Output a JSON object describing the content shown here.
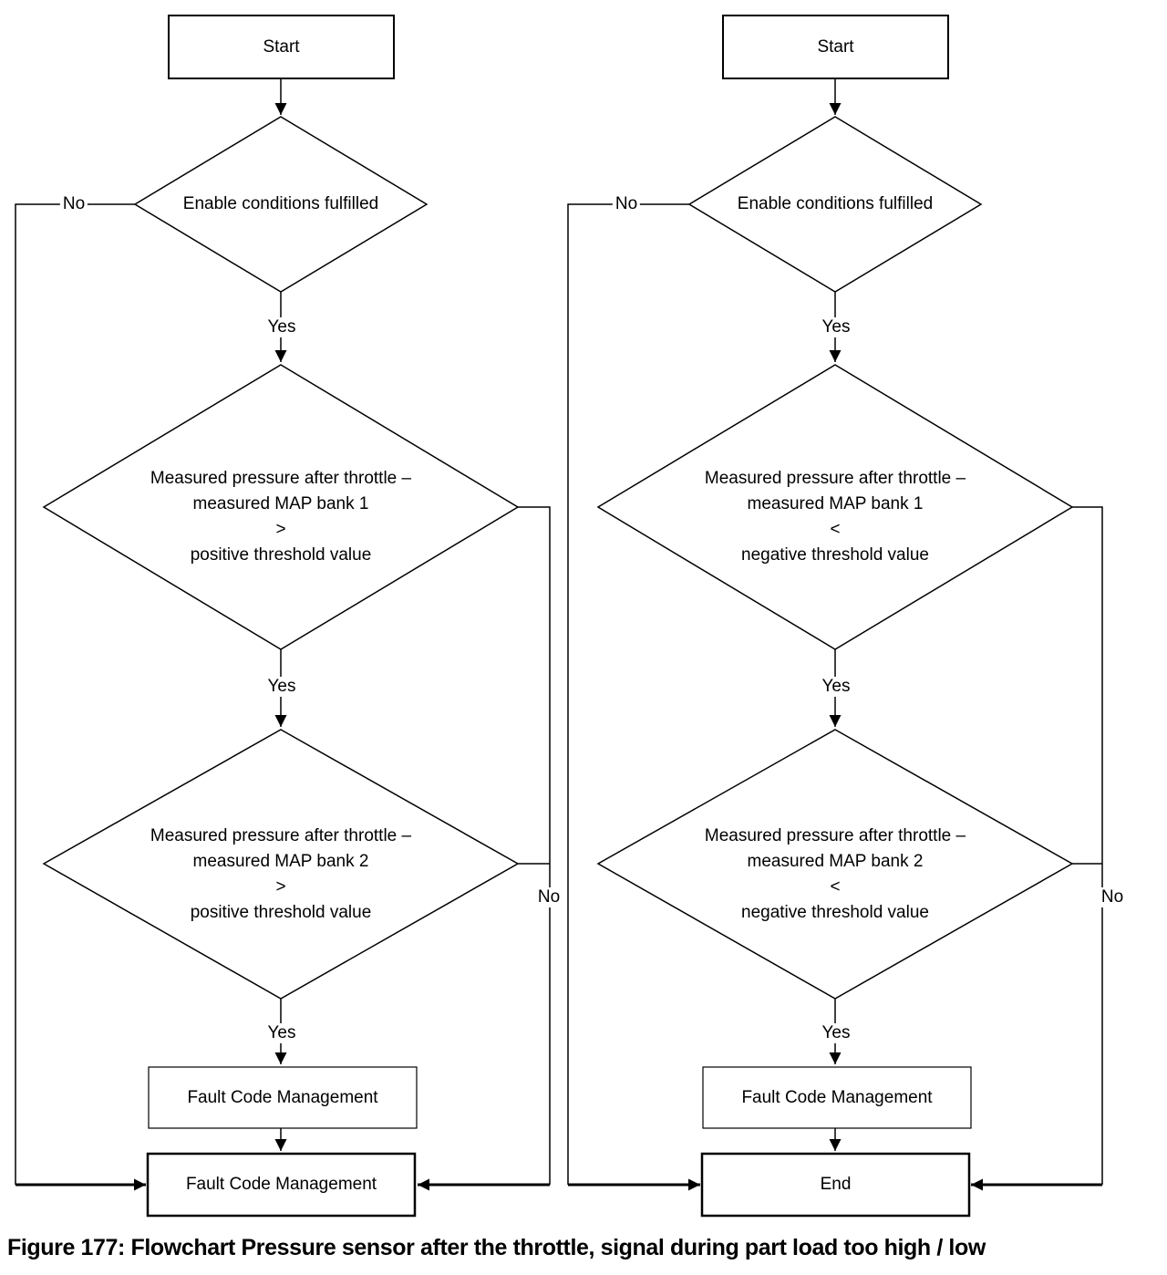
{
  "caption": "Figure 177: Flowchart Pressure sensor after the throttle, signal during part load too high / low",
  "labels": {
    "yes": "Yes",
    "no": "No"
  },
  "left": {
    "start": "Start",
    "decision1": "Enable conditions fulfilled",
    "decision2": "Measured pressure after throttle –\nmeasured MAP bank 1\n>\npositive threshold value",
    "decision3": "Measured pressure after throttle –\nmeasured MAP bank 2\n>\npositive threshold value",
    "process": "Fault Code Management",
    "terminal": "Fault Code Management"
  },
  "right": {
    "start": "Start",
    "decision1": "Enable conditions fulfilled",
    "decision2": "Measured pressure after throttle –\nmeasured MAP bank 1\n<\nnegative threshold value",
    "decision3": "Measured pressure after throttle –\nmeasured MAP bank 2\n<\nnegative threshold value",
    "process": "Fault Code Management",
    "terminal": "End"
  },
  "colors": {
    "line": "#000000",
    "background": "#ffffff",
    "text": "#000000"
  }
}
